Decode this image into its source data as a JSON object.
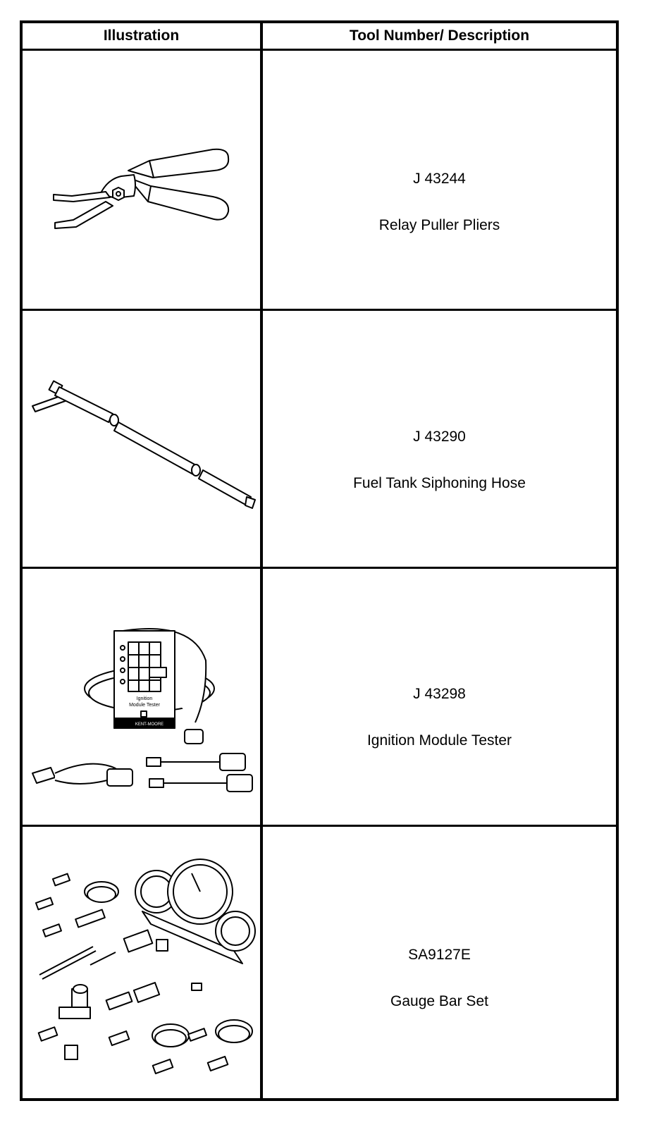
{
  "header": {
    "illustration_label": "Illustration",
    "description_label": "Tool Number/ Description"
  },
  "tools": [
    {
      "number": "J 43244",
      "description": "Relay Puller Pliers",
      "icon": "relay-puller-pliers-icon"
    },
    {
      "number": "J 43290",
      "description": "Fuel Tank Siphoning Hose",
      "icon": "siphoning-hose-icon"
    },
    {
      "number": "J 43298",
      "description": "Ignition Module Tester",
      "icon": "ignition-module-tester-icon",
      "panel_text": [
        "Ignition",
        "Module Tester",
        "KENT-MOORE"
      ]
    },
    {
      "number": "SA9127E",
      "description": "Gauge Bar Set",
      "icon": "gauge-bar-set-icon"
    }
  ]
}
